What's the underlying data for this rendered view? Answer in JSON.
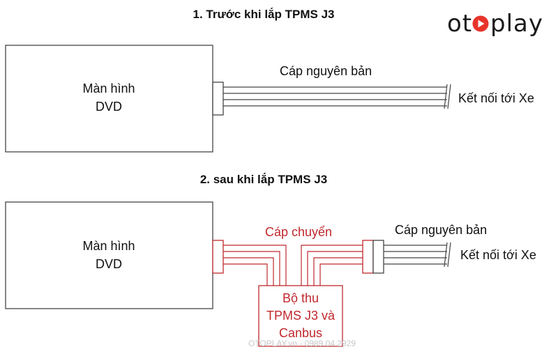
{
  "brand": {
    "logo_before": "ot",
    "logo_after": "play",
    "accent_color": "#e8332a"
  },
  "section1": {
    "title": "1. Trước khi lắp TPMS J3",
    "dvd_line1": "Màn hình",
    "dvd_line2": "DVD",
    "cable_label": "Cáp nguyên bản",
    "car_label": "Kết nối tới Xe"
  },
  "section2": {
    "title": "2. sau khi lắp TPMS J3",
    "dvd_line1": "Màn hình",
    "dvd_line2": "DVD",
    "adapter_label": "Cáp chuyển",
    "cable_label": "Cáp nguyên bản",
    "car_label": "Kết nối tới Xe",
    "receiver_line1": "Bộ thu",
    "receiver_line2": "TPMS J3 và",
    "receiver_line3": "Canbus"
  },
  "watermark": "OTOPLAY.vn - 0989.04.2929",
  "colors": {
    "adapter_red": "#c0282d",
    "line": "#444444"
  }
}
